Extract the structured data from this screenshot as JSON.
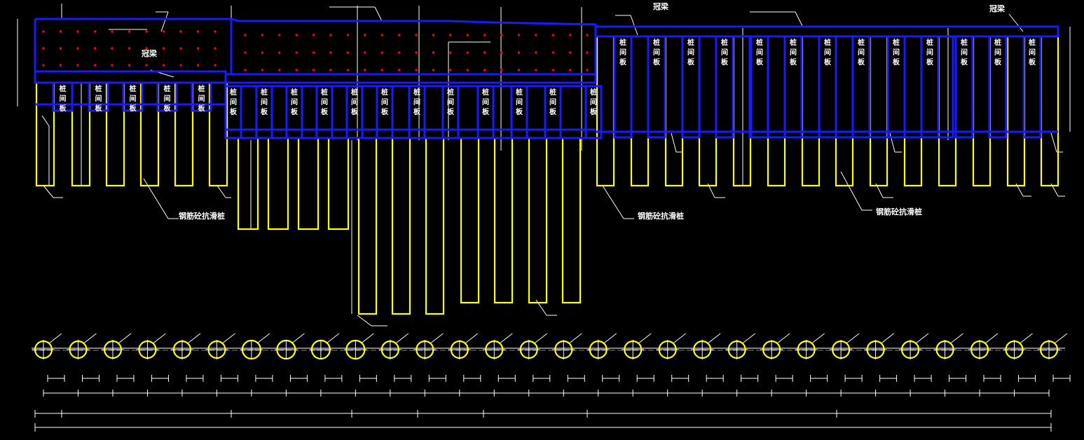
{
  "labels": {
    "crown_beam": "冠梁",
    "pile_plate": "桩间板",
    "anti_slide_pile": "钢筋砼抗滑桩"
  },
  "colors": {
    "background": "#000000",
    "pile": "#ffff00",
    "beam": "#1a1aff",
    "rebar_dot": "#ff0000",
    "dimension": "#ffffff"
  },
  "pile_count": 30
}
